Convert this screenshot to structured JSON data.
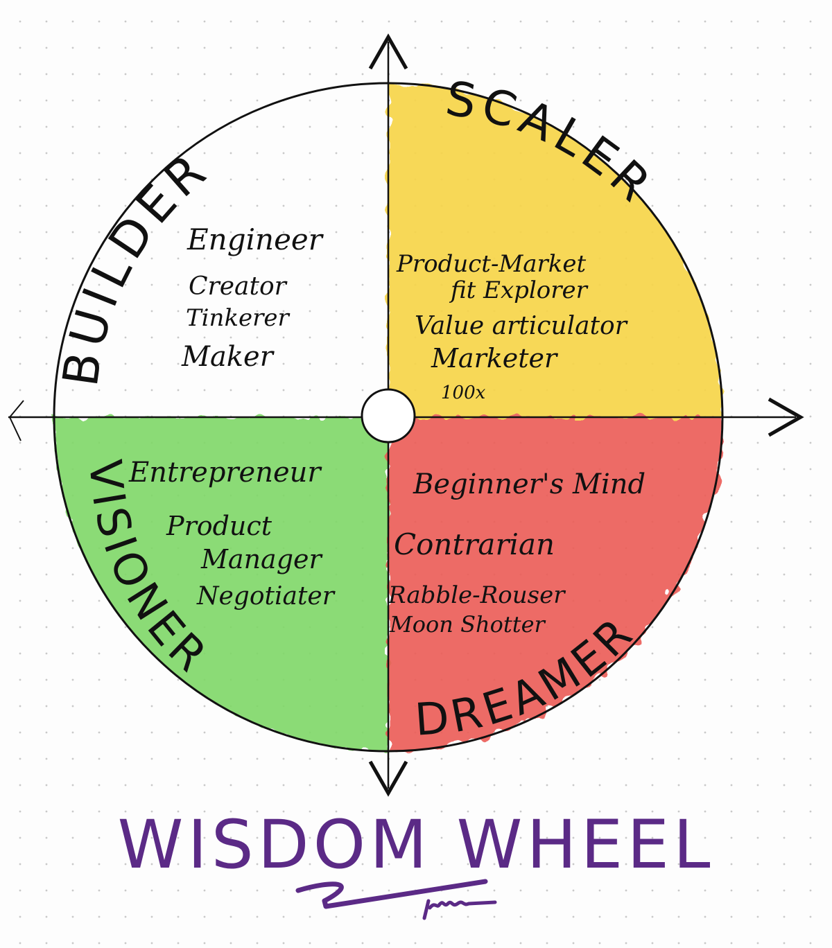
{
  "title": "WISDOM WHEEL",
  "signature": "JMK",
  "quadrants": {
    "builder": {
      "name": "BUILDER",
      "color": "#ffffff",
      "roles": [
        "Engineer",
        "Creator",
        "Tinkerer",
        "Maker"
      ]
    },
    "scaler": {
      "name": "SCALER",
      "color": "#f7d54a",
      "roles": [
        "Product-Market",
        "fit Explorer",
        "Value articulator",
        "Marketer",
        "100x"
      ]
    },
    "visioner": {
      "name": "VISIONER",
      "color": "#7fd867",
      "roles": [
        "Entrepreneur",
        "Product",
        "Manager",
        "Negotiater"
      ]
    },
    "dreamer": {
      "name": "DREAMER",
      "color": "#ec5b57",
      "roles": [
        "Beginner's Mind",
        "Contrarian",
        "Rabble-Rouser",
        "Moon Shotter"
      ]
    }
  },
  "colors": {
    "ink": "#111111",
    "title": "#5b2a86"
  }
}
